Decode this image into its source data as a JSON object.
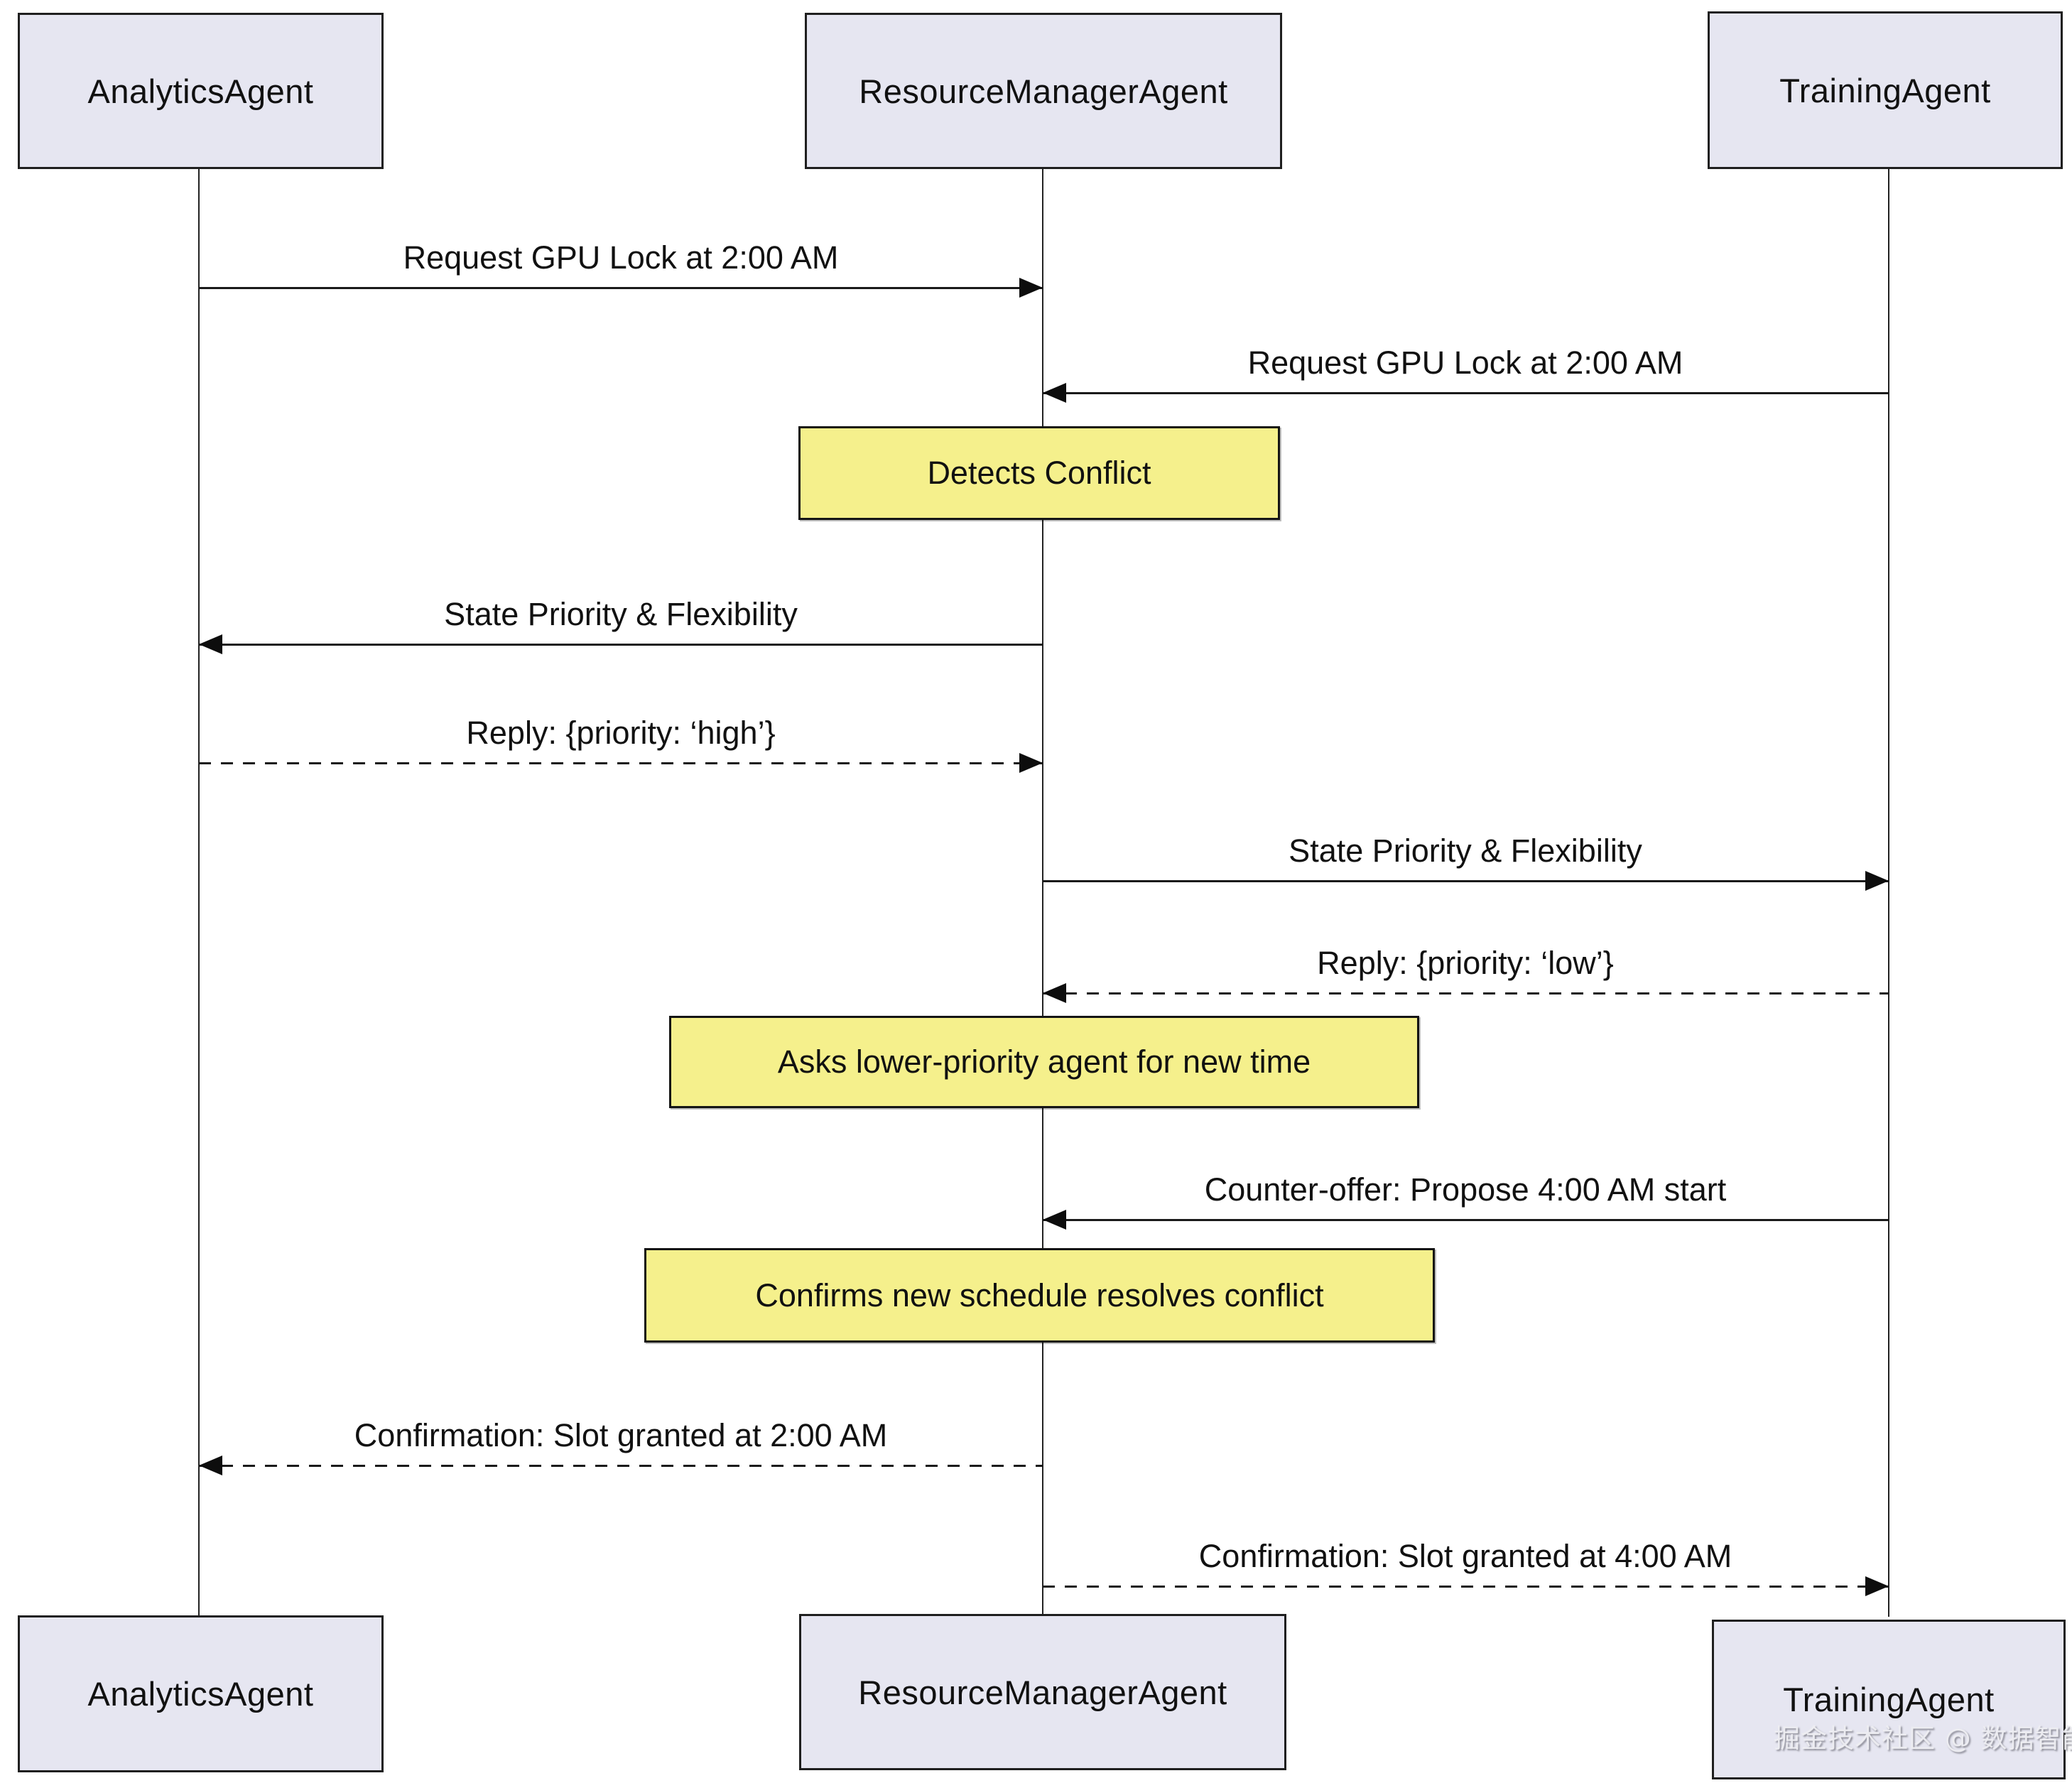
{
  "diagram": {
    "type": "sequence-diagram",
    "colors": {
      "background": "#ffffff",
      "actor_fill": "#e6e6f1",
      "actor_border": "#1f1f1f",
      "note_fill": "#f5f08c",
      "note_border": "#141414",
      "line": "#1a1a1a",
      "text": "#111111"
    },
    "actors": [
      {
        "id": "analytics",
        "name": "AnalyticsAgent"
      },
      {
        "id": "resource_manager",
        "name": "ResourceManagerAgent"
      },
      {
        "id": "training",
        "name": "TrainingAgent"
      }
    ],
    "messages": [
      {
        "label": "Request GPU Lock at 2:00 AM",
        "from": "AnalyticsAgent",
        "to": "ResourceManagerAgent",
        "style": "solid"
      },
      {
        "label": "Request GPU Lock at 2:00 AM",
        "from": "TrainingAgent",
        "to": "ResourceManagerAgent",
        "style": "solid"
      },
      {
        "label": "State Priority & Flexibility",
        "from": "ResourceManagerAgent",
        "to": "AnalyticsAgent",
        "style": "solid"
      },
      {
        "label": "Reply: {priority: ‘high’}",
        "from": "AnalyticsAgent",
        "to": "ResourceManagerAgent",
        "style": "dashed"
      },
      {
        "label": "State Priority & Flexibility",
        "from": "ResourceManagerAgent",
        "to": "TrainingAgent",
        "style": "solid"
      },
      {
        "label": "Reply: {priority: ‘low’}",
        "from": "TrainingAgent",
        "to": "ResourceManagerAgent",
        "style": "dashed"
      },
      {
        "label": "Counter-offer: Propose 4:00 AM start",
        "from": "TrainingAgent",
        "to": "ResourceManagerAgent",
        "style": "solid"
      },
      {
        "label": "Confirmation: Slot granted at 2:00 AM",
        "from": "ResourceManagerAgent",
        "to": "AnalyticsAgent",
        "style": "dashed"
      },
      {
        "label": "Confirmation: Slot granted at 4:00 AM",
        "from": "ResourceManagerAgent",
        "to": "TrainingAgent",
        "style": "dashed"
      }
    ],
    "notes": [
      {
        "label": "Detects Conflict",
        "on": "ResourceManagerAgent"
      },
      {
        "label": "Asks lower-priority agent for new time",
        "on": "ResourceManagerAgent"
      },
      {
        "label": "Confirms new schedule resolves conflict",
        "on": "ResourceManagerAgent"
      }
    ],
    "watermark": "掘金技术社区 @ 数据智能老司机"
  }
}
